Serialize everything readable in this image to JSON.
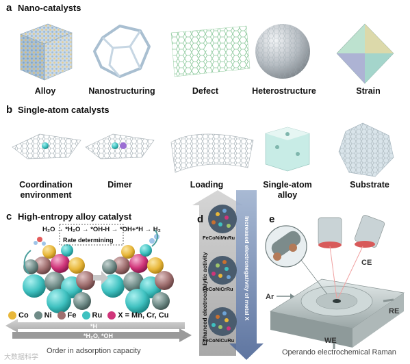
{
  "panel_a": {
    "letter": "a",
    "title": "Nano-catalysts",
    "items": [
      "Alloy",
      "Nanostructuring",
      "Defect",
      "Heterostructure",
      "Strain"
    ]
  },
  "panel_b": {
    "letter": "b",
    "title": "Single-atom catalysts",
    "items": [
      "Coordination\nenvironment",
      "Dimer",
      "Loading",
      "Single-atom\nalloy",
      "Substrate"
    ]
  },
  "panel_c": {
    "letter": "c",
    "title": "High-entropy alloy catalyst",
    "reaction": "H₂O → *H₂O → *OH-H → *OH+*H → H₂",
    "rate_determining": "Rate determining",
    "legend": [
      {
        "label": "Co",
        "color": "#e8b73a"
      },
      {
        "label": "Ni",
        "color": "#6f8b87"
      },
      {
        "label": "Fe",
        "color": "#a07070"
      },
      {
        "label": "Ru",
        "color": "#3fc1c0"
      },
      {
        "label": "X = Mn, Cr, Cu",
        "color": "#d0357a"
      }
    ],
    "arrow_top": "*H",
    "arrow_bottom": "*H₂O, *OH",
    "axis_label": "Order in adsorption capacity"
  },
  "panel_d": {
    "letter": "d",
    "left_axis": "Enhanced electrocatalytic activity",
    "right_axis": "Increased electronegativity of metal X",
    "samples": [
      "FeCoNiMnRu",
      "FeCoNiCrRu",
      "FeCoNiCuRu"
    ]
  },
  "panel_e": {
    "letter": "e",
    "labels": {
      "ce": "CE",
      "ar": "Ar",
      "re": "RE",
      "we": "WE"
    },
    "caption": "Operando electrochemical Raman"
  },
  "watermark": "大数据科学"
}
